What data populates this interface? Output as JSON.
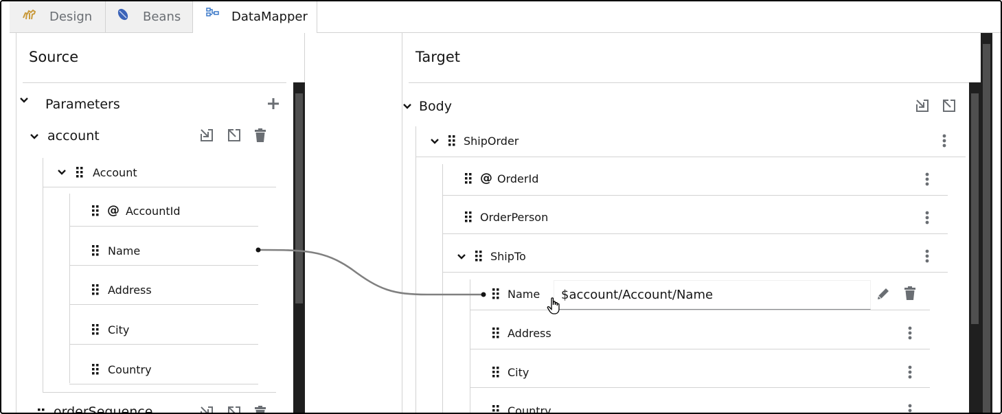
{
  "tabs": [
    {
      "label": "Design",
      "icon": "camel-icon",
      "active": false
    },
    {
      "label": "Beans",
      "icon": "bean-icon",
      "active": false
    },
    {
      "label": "DataMapper",
      "icon": "datamapper-icon",
      "active": true
    }
  ],
  "source": {
    "title": "Source",
    "parameters_label": "Parameters",
    "parameter": {
      "name": "account",
      "type": "Account",
      "fields": [
        "AccountId",
        "Name",
        "Address",
        "City",
        "Country"
      ]
    },
    "next_parameter": "orderSequence"
  },
  "target": {
    "title": "Target",
    "body_label": "Body",
    "root": "ShipOrder",
    "fields": [
      "OrderId",
      "OrderPerson"
    ],
    "ship_to": "ShipTo",
    "ship_to_fields": [
      "Name",
      "Address",
      "City",
      "Country"
    ],
    "mapping_expression": "$account/Account/Name"
  },
  "colors": {
    "border": "#d2d2d2",
    "text": "#151515",
    "icon": "#6a6e73",
    "connector": "#808080",
    "scroll_track": "#1f1f1f"
  }
}
